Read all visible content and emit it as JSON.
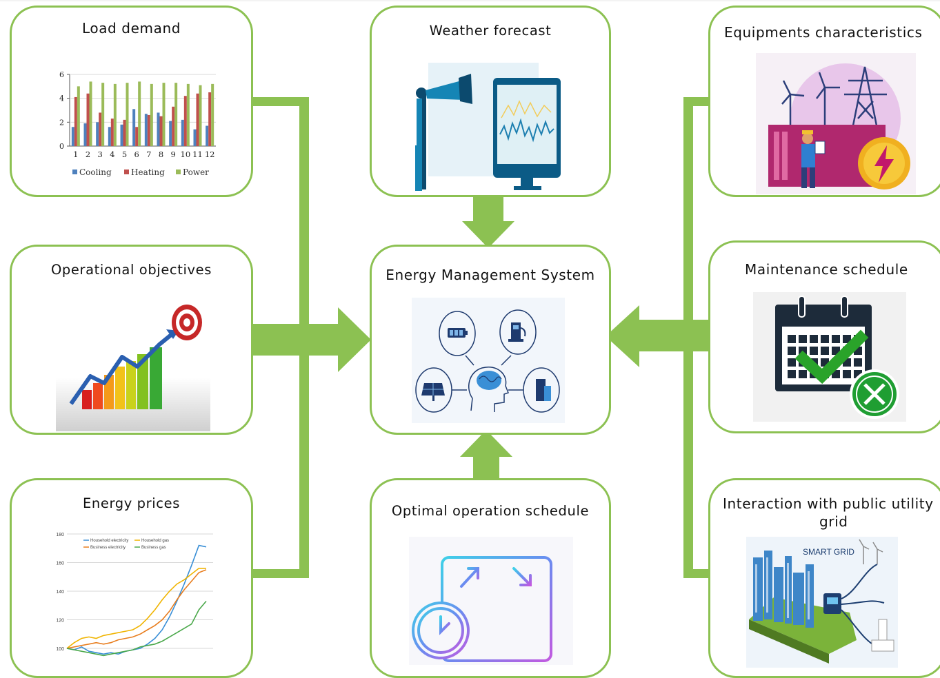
{
  "colors": {
    "border": "#8cc152",
    "arrow": "#8cc152",
    "cooling": "#4f81bd",
    "heating": "#c0504d",
    "power": "#9bbb59"
  },
  "cards": {
    "load_demand": {
      "title": "Load demand",
      "chart_data": {
        "type": "bar",
        "categories": [
          "1",
          "2",
          "3",
          "4",
          "5",
          "6",
          "7",
          "8",
          "9",
          "10",
          "11",
          "12"
        ],
        "series": [
          {
            "name": "Cooling",
            "values": [
              1.6,
              1.9,
              2.0,
              1.6,
              1.8,
              3.1,
              2.7,
              2.8,
              2.1,
              2.2,
              1.4,
              1.7
            ]
          },
          {
            "name": "Heating",
            "values": [
              4.1,
              4.4,
              2.8,
              2.3,
              2.2,
              1.6,
              2.6,
              2.5,
              3.3,
              4.2,
              4.4,
              4.5
            ]
          },
          {
            "name": "Power",
            "values": [
              5.0,
              5.4,
              5.3,
              5.2,
              5.3,
              5.4,
              5.2,
              5.3,
              5.3,
              5.2,
              5.1,
              5.2
            ]
          }
        ],
        "yticks": [
          "0",
          "2",
          "4",
          "6"
        ],
        "ylim": [
          0,
          6
        ]
      }
    },
    "weather": {
      "title": "Weather forecast"
    },
    "equipments": {
      "title": "Equipments characteristics"
    },
    "operational": {
      "title": "Operational objectives"
    },
    "ems": {
      "title": "Energy Management System"
    },
    "maintenance": {
      "title": "Maintenance schedule"
    },
    "energy_prices": {
      "title": "Energy prices",
      "chart_data": {
        "type": "line",
        "yticks": [
          "100",
          "120",
          "140",
          "160",
          "180"
        ],
        "ylim": [
          100,
          180
        ],
        "legend": [
          "Household electricity",
          "Household gas",
          "Business electricity",
          "Business gas"
        ],
        "series": [
          {
            "name": "Household electricity",
            "color": "#3a8fd6",
            "values": [
              100,
              99,
              101,
              98,
              97,
              96,
              97,
              96,
              98,
              99,
              100,
              103,
              107,
              113,
              122,
              133,
              145,
              158,
              172,
              171
            ]
          },
          {
            "name": "Household gas",
            "color": "#f0b400",
            "values": [
              100,
              104,
              107,
              108,
              107,
              109,
              110,
              111,
              112,
              113,
              116,
              121,
              127,
              134,
              140,
              145,
              148,
              152,
              156,
              156
            ]
          },
          {
            "name": "Business electricity",
            "color": "#e87d1e",
            "values": [
              100,
              101,
              102,
              103,
              104,
              103,
              104,
              106,
              107,
              108,
              110,
              113,
              116,
              120,
              126,
              134,
              141,
              147,
              153,
              155
            ]
          },
          {
            "name": "Business gas",
            "color": "#4aa84a",
            "values": [
              100,
              99,
              98,
              97,
              96,
              95,
              96,
              97,
              98,
              99,
              101,
              102,
              103,
              105,
              108,
              111,
              114,
              117,
              127,
              133
            ]
          }
        ]
      }
    },
    "optimal": {
      "title": "Optimal operation schedule"
    },
    "interaction": {
      "title_line1": "Interaction with public utility",
      "title_line2": "grid",
      "smart_grid_label": "SMART GRID"
    }
  }
}
